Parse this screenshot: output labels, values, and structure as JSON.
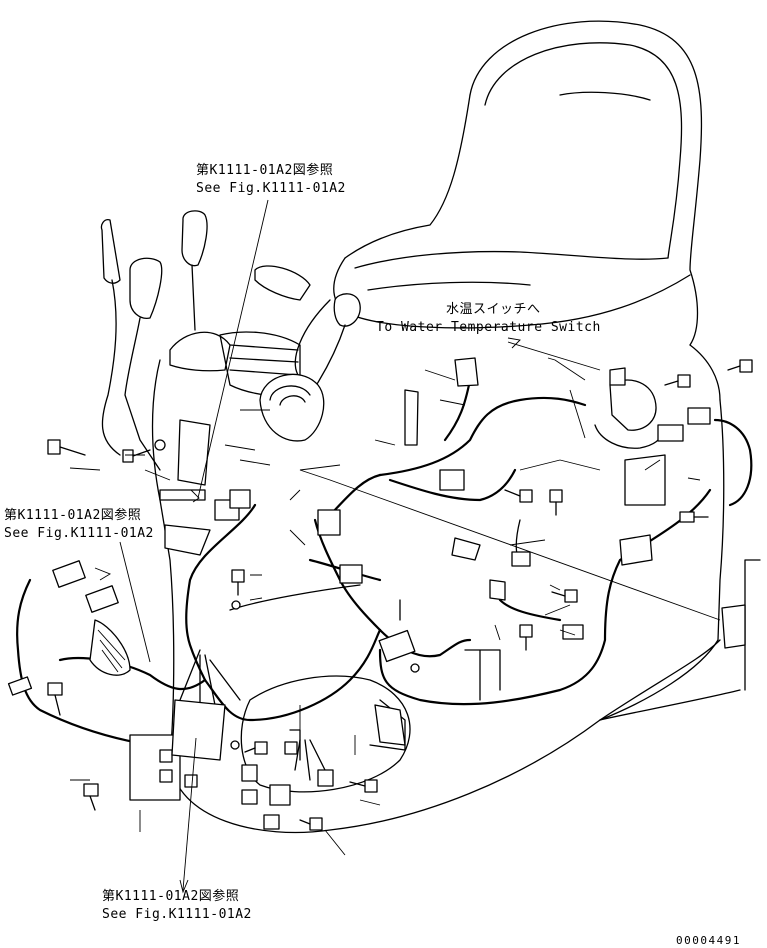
{
  "callouts": {
    "top": {
      "jp": "第K1111-01A2図参照",
      "en": "See Fig.K1111-01A2"
    },
    "left": {
      "jp": "第K1111-01A2図参照",
      "en": "See Fig.K1111-01A2"
    },
    "bottom": {
      "jp": "第K1111-01A2図参照",
      "en": "See Fig.K1111-01A2"
    },
    "water_temp": {
      "jp": "水温スイッチへ",
      "en": "To Water Temperature Switch"
    }
  },
  "figure_number": "00004491"
}
